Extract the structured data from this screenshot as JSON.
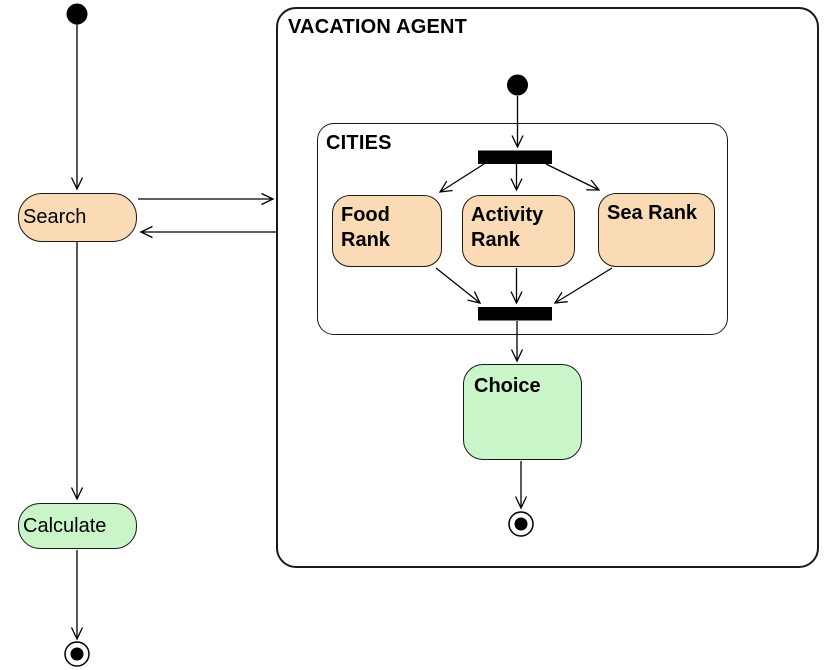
{
  "agent": {
    "title": "VACATION AGENT"
  },
  "cities": {
    "title": "CITIES"
  },
  "nodes": {
    "search": {
      "label": "Search"
    },
    "calculate": {
      "label": "Calculate"
    },
    "food_rank": {
      "line1": "Food",
      "line2": "Rank"
    },
    "activity_rank": {
      "line1": "Activity",
      "line2": "Rank"
    },
    "sea_rank": {
      "label": "Sea Rank"
    },
    "choice": {
      "label": "Choice"
    }
  },
  "colors": {
    "rank_node_fill": "#FBDBB6",
    "result_node_fill": "#C9F5C8",
    "sync_bar_fill": "#000000",
    "edge_color": "#000000",
    "node_border": "#1a1a1a"
  }
}
